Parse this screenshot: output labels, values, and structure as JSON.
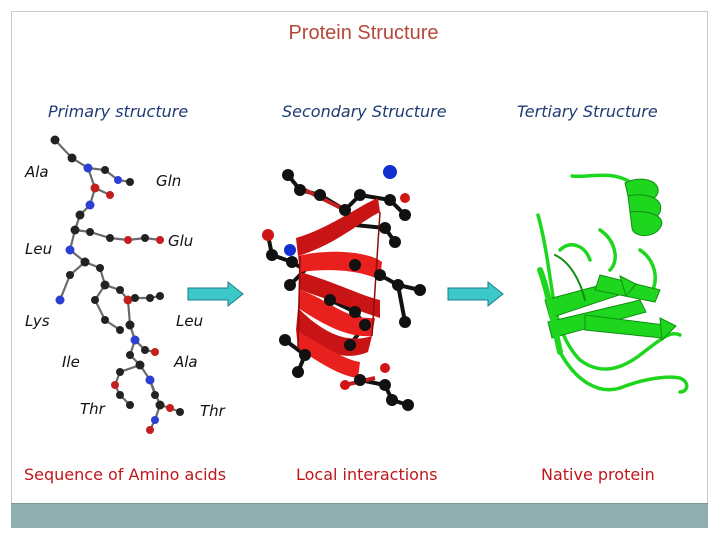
{
  "title": "Protein Structure",
  "headings": {
    "primary": "Primary structure",
    "secondary": "Secondary Structure",
    "tertiary": "Tertiary Structure"
  },
  "amino_acids": {
    "ala_1": "Ala",
    "gln": "Gln",
    "glu": "Glu",
    "leu_1": "Leu",
    "lys": "Lys",
    "leu_2": "Leu",
    "ile": "Ile",
    "ala_2": "Ala",
    "thr_1": "Thr",
    "thr_2": "Thr"
  },
  "captions": {
    "sequence": "Sequence of Amino acids",
    "local": "Local interactions",
    "native": "Native protein"
  },
  "colors": {
    "title": "#b5473a",
    "heading": "#1f3b73",
    "caption": "#c0161b",
    "helix": "#e8211f",
    "tertiary_ribbon": "#1fd61f",
    "arrow_fill": "#3cc8c8",
    "footer_bar": "#8faeb0"
  },
  "icons": {
    "arrow_1": "right-arrow-icon",
    "arrow_2": "right-arrow-icon"
  }
}
